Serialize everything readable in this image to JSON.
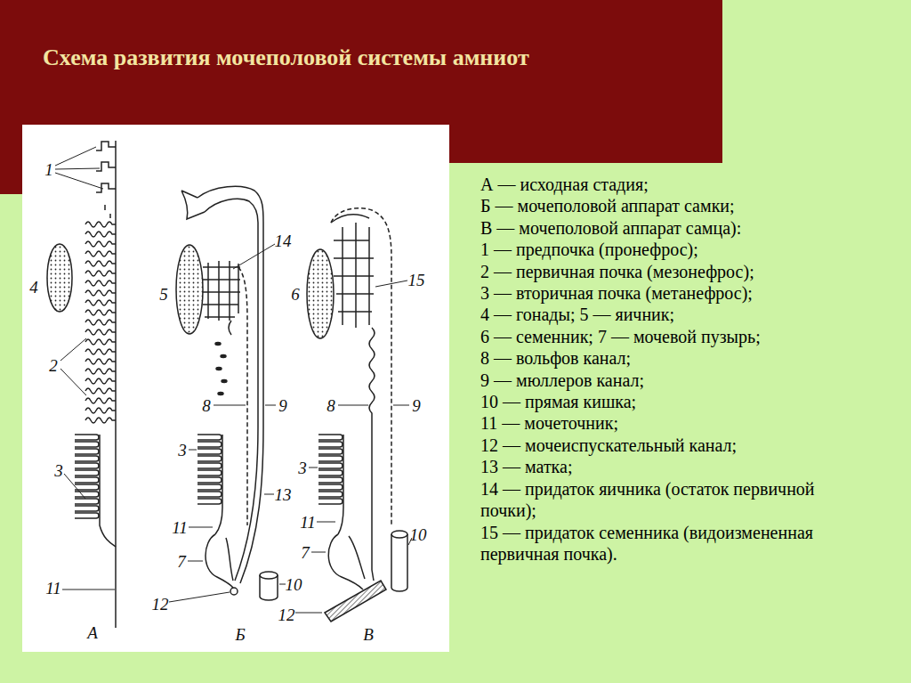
{
  "diagram": {
    "title": "Схема развития мочеполовой системы амниот",
    "labels": [
      "1",
      "4",
      "2",
      "3",
      "11",
      "А",
      "14",
      "5",
      "8",
      "9",
      "3",
      "13",
      "11",
      "7",
      "12",
      "10",
      "Б",
      "6",
      "15",
      "8",
      "9",
      "3",
      "11",
      "7",
      "10",
      "12",
      "В",
      "А — исходная стадия;",
      "Б — мочеполовой аппарат самки;",
      "В — мочеполовой аппарат самца):",
      "1 — предпочка (пронефрос);",
      "2 — первичная почка (мезонефрос);",
      "3 — вторичная почка (метанефрос);",
      "4 — гонады; 5 — яичник;",
      "6 — семенник; 7 — мочевой пузырь;",
      "8 — вольфов канал;",
      "9 — мюллеров канал;",
      "10 — прямая кишка;",
      "11 — мочеточник;",
      "12 — мочеиспускательный канал;",
      "13 — матка;",
      "14 — придаток яичника (остаток первичной почки);",
      "15 — придаток семенника (видоизмененная первичная почка)."
    ]
  }
}
